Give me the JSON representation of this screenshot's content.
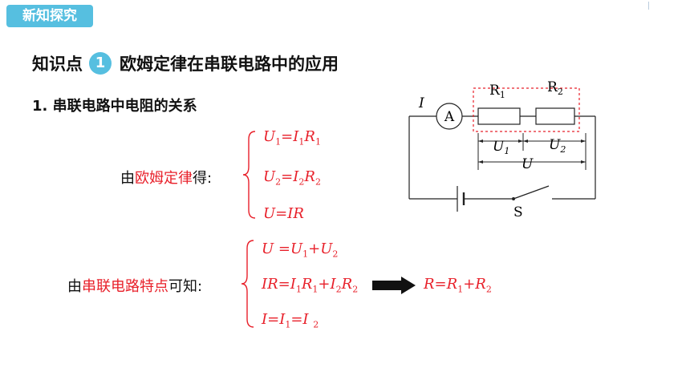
{
  "header": {
    "tag": "新知探究"
  },
  "knowledge_point": {
    "label": "知识点",
    "number": "1",
    "title": "欧姆定律在串联电路中的应用"
  },
  "subsection": {
    "title": "1. 串联电路中电阻的关系"
  },
  "ohm": {
    "prefix": "由",
    "highlight": "欧姆定律",
    "suffix": "得:",
    "equations": [
      {
        "parts": [
          "U",
          "1",
          "=I",
          "1",
          "R",
          "1"
        ]
      },
      {
        "parts": [
          "U",
          "2",
          "=I",
          "2",
          "R",
          "2"
        ]
      },
      {
        "parts": [
          "U=IR"
        ]
      }
    ]
  },
  "series": {
    "prefix": "由",
    "highlight": "串联电路特点",
    "suffix": "可知:",
    "equations": [
      {
        "parts": [
          "U =U",
          "1",
          "+U",
          "2"
        ]
      },
      {
        "parts": [
          "IR=I",
          "1",
          "R",
          "1",
          "+I",
          "2",
          "R",
          "2"
        ]
      },
      {
        "parts": [
          "I=I",
          "1",
          "=I ",
          "2"
        ]
      }
    ],
    "result": {
      "parts": [
        "R=R",
        "1",
        "+R",
        "2"
      ]
    }
  },
  "circuit": {
    "current_label": "I",
    "ammeter_label": "A",
    "r1_label": "R",
    "r1_sub": "1",
    "r2_label": "R",
    "r2_sub": "2",
    "u1_label": "U",
    "u1_sub": "1",
    "u2_label": "U",
    "u2_sub": "2",
    "u_label": "U",
    "switch_label": "S"
  },
  "colors": {
    "accent": "#56bfe0",
    "highlight": "#e8202a"
  }
}
